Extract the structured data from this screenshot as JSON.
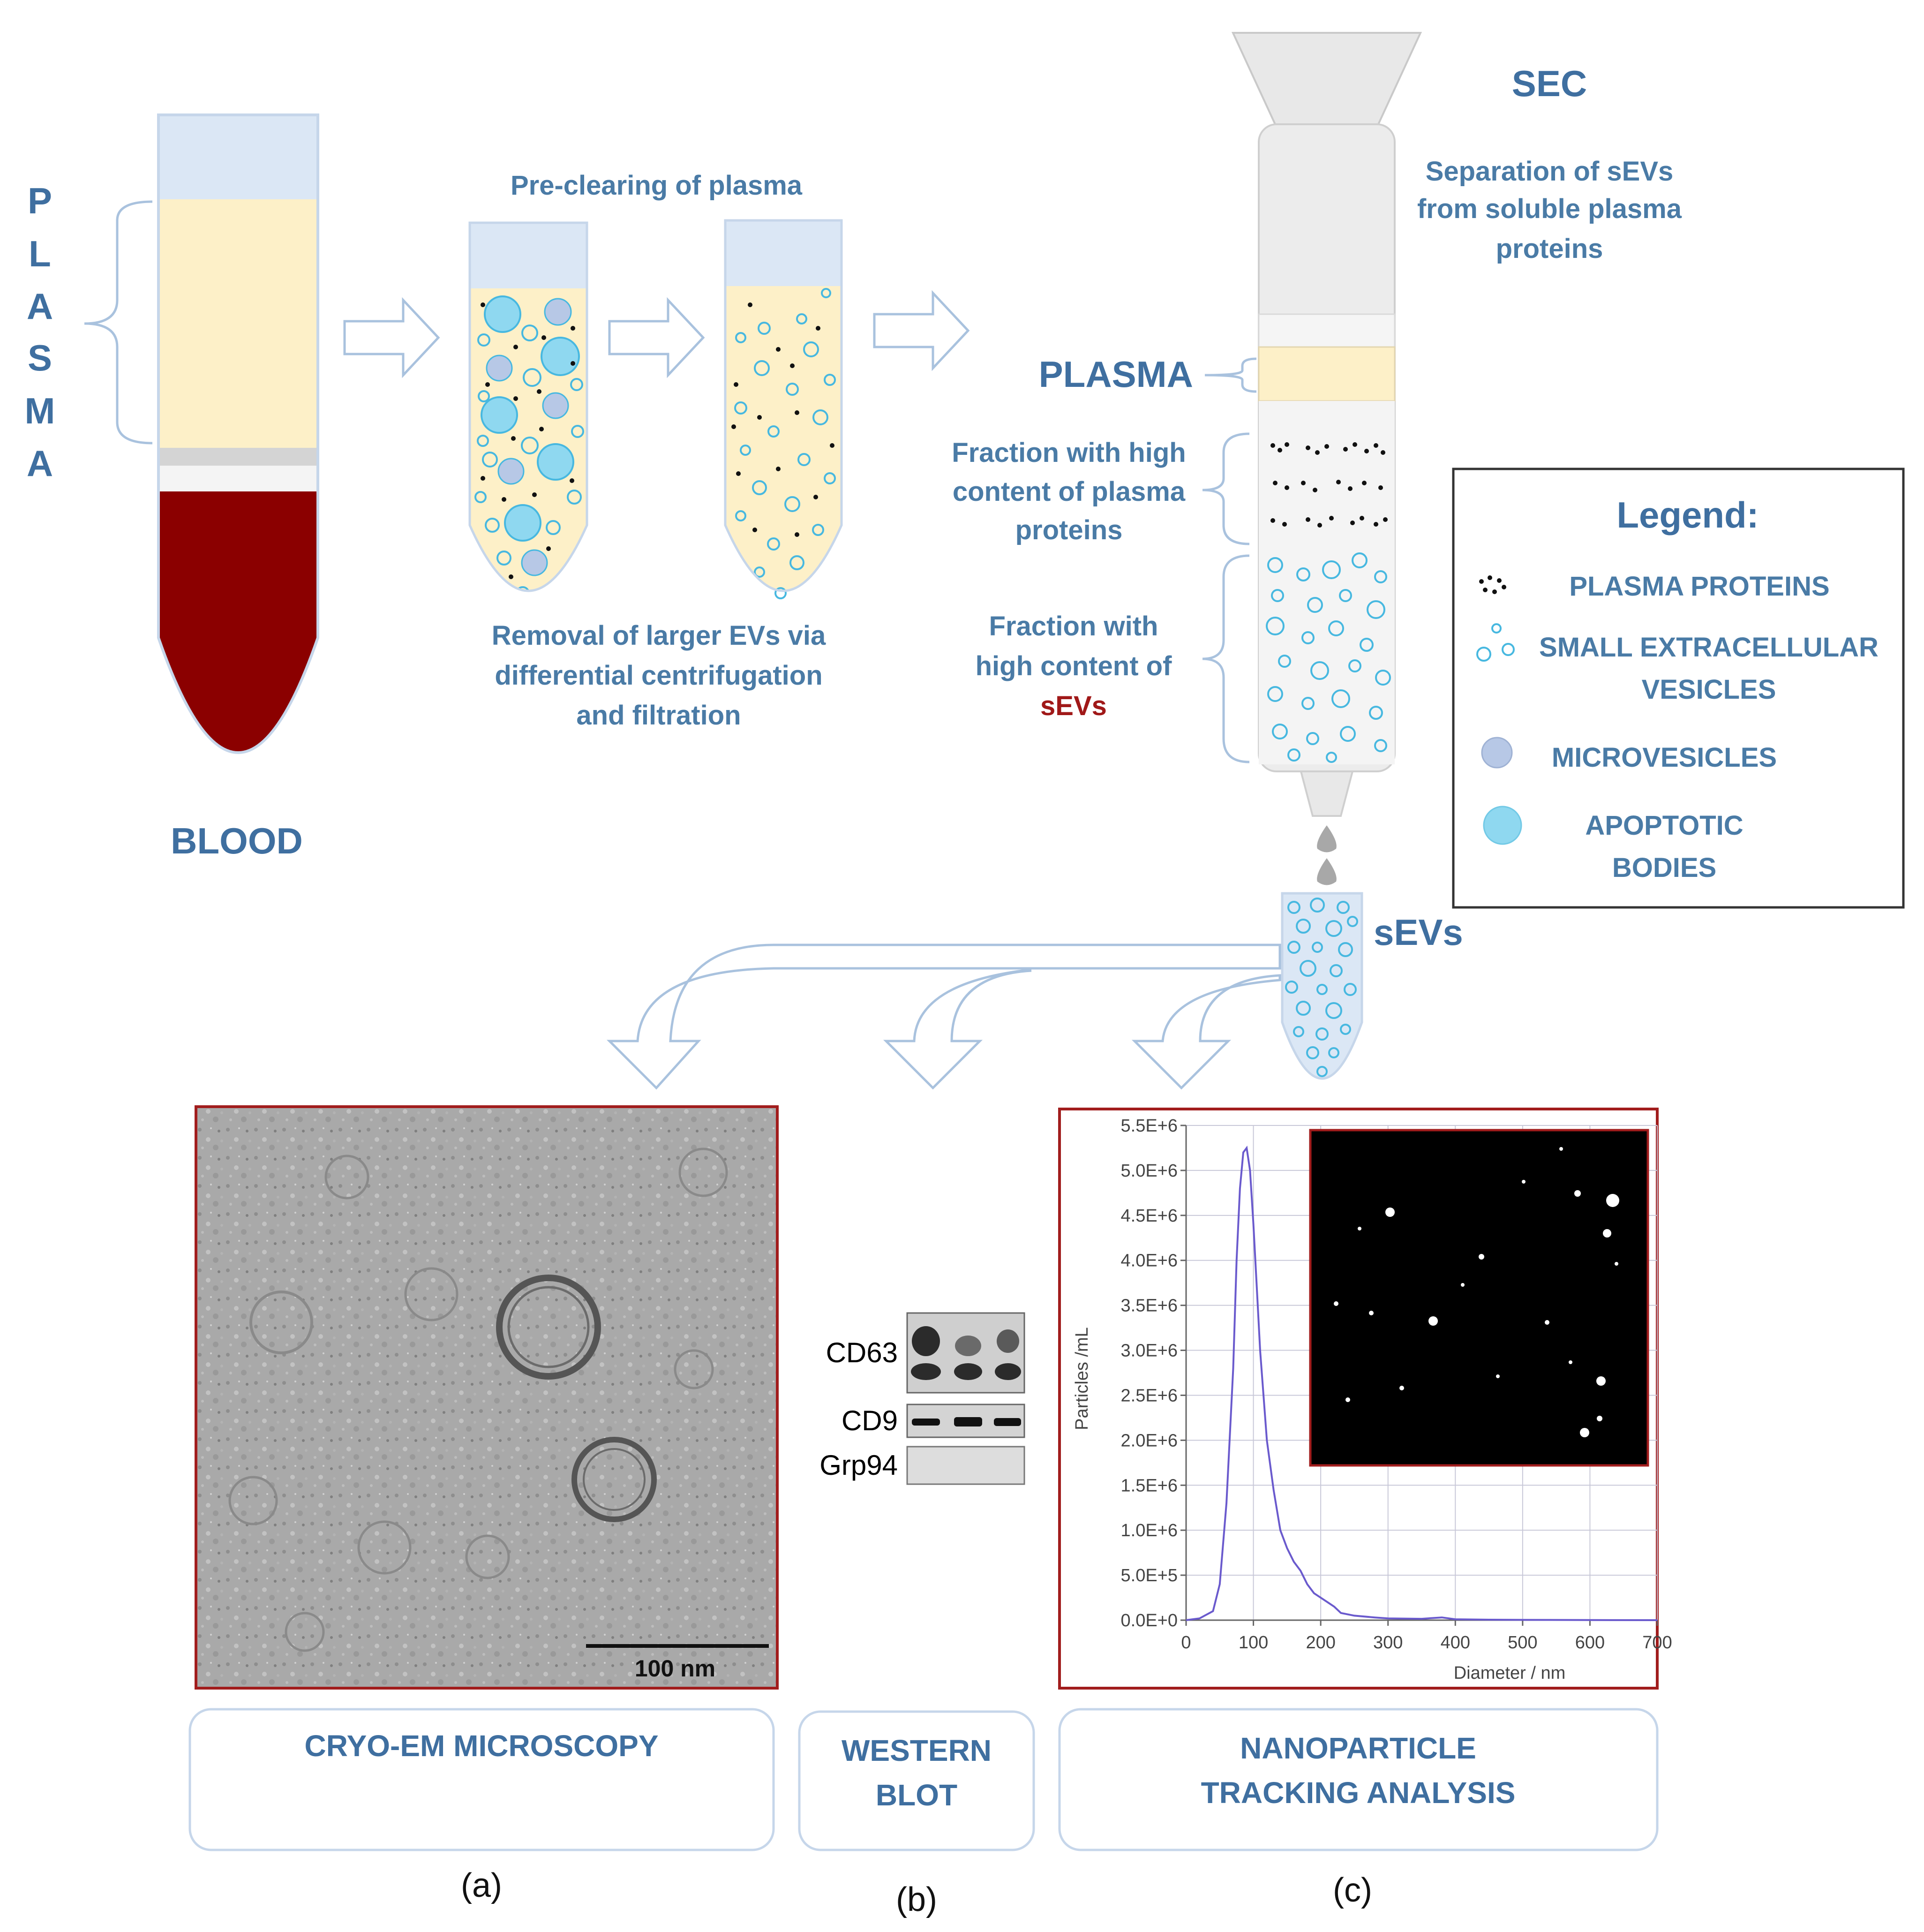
{
  "colors": {
    "label_blue": "#4a7ba6",
    "blood_red": "#8b0000",
    "plasma_yellow": "#fdf0c8",
    "tube_top_blue": "#dbe7f5",
    "vesicle_cyan": "#47b8e0",
    "microvesicle": "#b7c8e6",
    "apoptotic": "#8fd8f0",
    "panel_border_red": "#a11d1d",
    "nta_line": "#6a5acd",
    "sev_red": "#a01818"
  },
  "blood_tube": {
    "plasma_vertical": [
      "P",
      "L",
      "A",
      "S",
      "M",
      "A"
    ],
    "blood_label": "BLOOD"
  },
  "preclear": {
    "title": "Pre-clearing of plasma",
    "description_lines": [
      "Removal of larger EVs via",
      "differential centrifugation",
      "and filtration"
    ]
  },
  "sec": {
    "title": "SEC",
    "description_lines": [
      "Separation of sEVs",
      "from soluble plasma",
      "proteins"
    ],
    "plasma_label": "PLASMA",
    "fraction_proteins_lines": [
      "Fraction with high",
      "content of plasma",
      "proteins"
    ],
    "fraction_sevs_lines": [
      "Fraction with",
      "high content of"
    ],
    "fraction_sevs_highlight": "sEVs"
  },
  "legend": {
    "title": "Legend:",
    "items": [
      {
        "icon": "plasma-proteins-dots-icon",
        "lines": [
          "PLASMA PROTEINS"
        ]
      },
      {
        "icon": "small-vesicles-icon",
        "lines": [
          "SMALL EXTRACELLULAR",
          "VESICLES"
        ]
      },
      {
        "icon": "microvesicle-icon",
        "lines": [
          "MICROVESICLES"
        ]
      },
      {
        "icon": "apoptotic-body-icon",
        "lines": [
          "APOPTOTIC",
          "BODIES"
        ]
      }
    ]
  },
  "sevs_tube_label": "sEVs",
  "cryo_em": {
    "scale_label": "100 nm",
    "title": "CRYO-EM MICROSCOPY",
    "caption": "(a)"
  },
  "western_blot": {
    "bands": [
      "CD63",
      "CD9",
      "Grp94"
    ],
    "title_lines": [
      "WESTERN",
      "BLOT"
    ],
    "caption": "(b)"
  },
  "nta": {
    "title_lines": [
      "NANOPARTICLE",
      "TRACKING ANALYSIS"
    ],
    "caption": "(c)"
  },
  "chart_data": {
    "type": "line",
    "title": "",
    "xlabel": "Diameter / nm",
    "ylabel": "Particles /mL",
    "xlim": [
      0,
      700
    ],
    "ylim": [
      0,
      5500000
    ],
    "xticks": [
      0,
      100,
      200,
      300,
      400,
      500,
      600,
      700
    ],
    "xtick_labels": [
      "0",
      "100",
      "200",
      "300",
      "400",
      "500",
      "600",
      "700"
    ],
    "yticks": [
      0,
      500000,
      1000000,
      1500000,
      2000000,
      2500000,
      3000000,
      3500000,
      4000000,
      4500000,
      5000000,
      5500000
    ],
    "ytick_labels": [
      "0.0E+0",
      "5.0E+5",
      "1.0E+6",
      "1.5E+6",
      "2.0E+6",
      "2.5E+6",
      "3.0E+6",
      "3.5E+6",
      "4.0E+6",
      "4.5E+6",
      "5.0E+6",
      "5.5E+6"
    ],
    "grid": true,
    "series": [
      {
        "x": [
          0,
          20,
          40,
          50,
          60,
          70,
          75,
          80,
          85,
          90,
          95,
          100,
          105,
          110,
          115,
          120,
          130,
          140,
          150,
          160,
          170,
          180,
          190,
          200,
          210,
          220,
          230,
          250,
          280,
          300,
          350,
          380,
          400,
          450,
          500,
          600,
          700
        ],
        "values": [
          0,
          20000,
          100000,
          400000,
          1300000,
          2800000,
          4000000,
          4800000,
          5200000,
          5250000,
          5000000,
          4400000,
          3700000,
          3000000,
          2500000,
          2000000,
          1450000,
          1000000,
          800000,
          650000,
          550000,
          400000,
          300000,
          250000,
          200000,
          150000,
          80000,
          50000,
          30000,
          20000,
          15000,
          30000,
          10000,
          5000,
          3000,
          1000,
          0
        ]
      }
    ]
  }
}
